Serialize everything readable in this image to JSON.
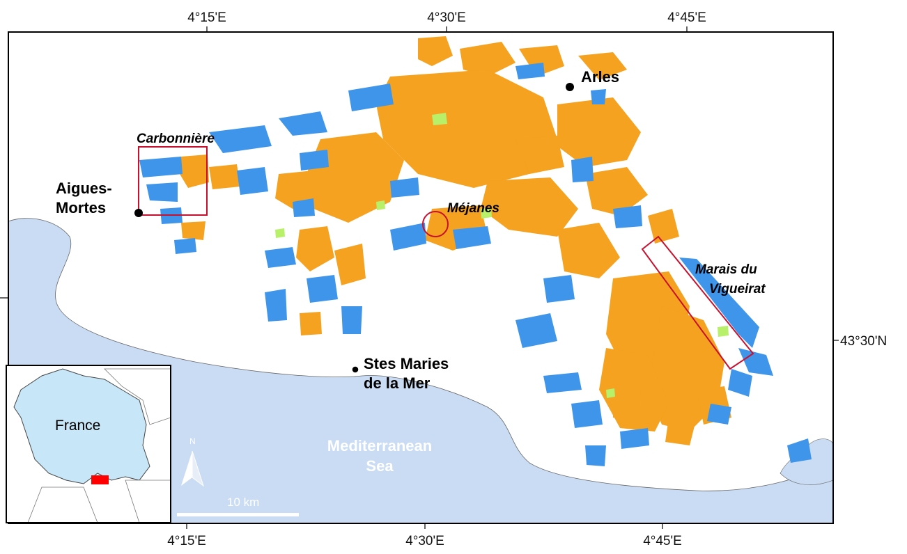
{
  "colors": {
    "sea": "#c9dcf3",
    "land": "#ffffff",
    "orange_class": "#f4a21f",
    "blue_class": "#3f95ea",
    "green_class": "#b8f06a",
    "site_frame": "#c8102e",
    "inset_fill": "#c7e6f7",
    "inset_highlight": "#ff0000"
  },
  "graticule": {
    "top_ticks": [
      "4°15'E",
      "4°30'E",
      "4°45'E"
    ],
    "bottom_ticks": [
      "4°15'E",
      "4°30'E",
      "4°45'E"
    ],
    "right_ticks": [
      "43°30'N"
    ]
  },
  "places": {
    "arles": "Arles",
    "aigues_mortes_line1": "Aigues-",
    "aigues_mortes_line2": "Mortes",
    "stes_maries_line1": "Stes Maries",
    "stes_maries_line2": "de la Mer"
  },
  "study_sites": {
    "carbonniere": "Carbonnière",
    "mejanes": "Méjanes",
    "vigueirat_line1": "Marais du",
    "vigueirat_line2": "Vigueirat"
  },
  "sea_label": {
    "line1": "Mediterranean",
    "line2": "Sea"
  },
  "inset": {
    "country": "France"
  },
  "north_arrow": {
    "label": "N",
    "icon": "north-arrow-icon"
  },
  "scale_bar": {
    "label": "10  km"
  }
}
